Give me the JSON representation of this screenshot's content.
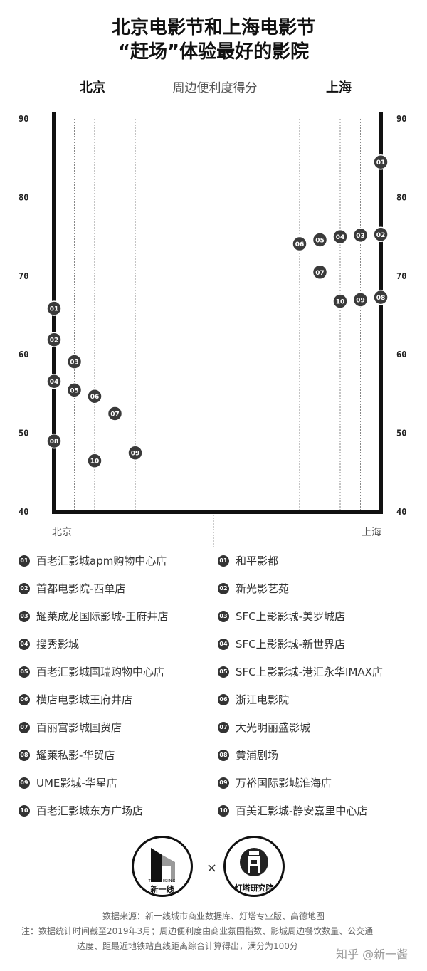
{
  "title_line1": "北京电影节和上海电影节",
  "title_line2": "“赶场”体验最好的影院",
  "header": {
    "left": "北京",
    "middle": "周边便利度得分",
    "right": "上海"
  },
  "chart_data": {
    "type": "scatter",
    "title": "北京电影节和上海电影节 “赶场”体验最好的影院",
    "ylabel": "周边便利度得分",
    "ylim": [
      40,
      90
    ],
    "yticks": [
      40,
      50,
      60,
      70,
      80,
      90
    ],
    "x_categories_left": [
      "01",
      "02",
      "03",
      "04",
      "05",
      "06",
      "07",
      "08",
      "09",
      "10"
    ],
    "series": [
      {
        "name": "北京",
        "points": [
          {
            "id": "01",
            "column": 0,
            "y": 65.9
          },
          {
            "id": "02",
            "column": 0,
            "y": 61.9
          },
          {
            "id": "04",
            "column": 0,
            "y": 56.6
          },
          {
            "id": "08",
            "column": 0,
            "y": 49.0
          },
          {
            "id": "03",
            "column": 1,
            "y": 59.1
          },
          {
            "id": "05",
            "column": 1,
            "y": 55.5
          },
          {
            "id": "10",
            "column": 2,
            "y": 46.5
          },
          {
            "id": "06",
            "column": 2,
            "y": 54.7
          },
          {
            "id": "07",
            "column": 3,
            "y": 52.5
          },
          {
            "id": "09",
            "column": 4,
            "y": 47.5
          }
        ]
      },
      {
        "name": "上海",
        "points": [
          {
            "id": "01",
            "column": 0,
            "y": 84.5
          },
          {
            "id": "02",
            "column": 0,
            "y": 75.3
          },
          {
            "id": "08",
            "column": 0,
            "y": 67.3
          },
          {
            "id": "03",
            "column": 1,
            "y": 75.2
          },
          {
            "id": "09",
            "column": 1,
            "y": 67.0
          },
          {
            "id": "04",
            "column": 2,
            "y": 75.0
          },
          {
            "id": "10",
            "column": 2,
            "y": 66.8
          },
          {
            "id": "05",
            "column": 3,
            "y": 74.6
          },
          {
            "id": "07",
            "column": 3,
            "y": 70.5
          },
          {
            "id": "06",
            "column": 4,
            "y": 74.1
          }
        ]
      }
    ],
    "city_labels": {
      "left": "北京",
      "right": "上海"
    }
  },
  "legend_beijing": [
    {
      "num": "01",
      "name": "百老汇影城apm购物中心店"
    },
    {
      "num": "02",
      "name": "首都电影院-西单店"
    },
    {
      "num": "03",
      "name": "耀莱成龙国际影城-王府井店"
    },
    {
      "num": "04",
      "name": "搜秀影城"
    },
    {
      "num": "05",
      "name": "百老汇影城国瑞购物中心店"
    },
    {
      "num": "06",
      "name": "横店电影城王府井店"
    },
    {
      "num": "07",
      "name": "百丽宫影城国贸店"
    },
    {
      "num": "08",
      "name": "耀莱私影-华贸店"
    },
    {
      "num": "09",
      "name": "UME影城-华星店"
    },
    {
      "num": "10",
      "name": "百老汇影城东方广场店"
    }
  ],
  "legend_shanghai": [
    {
      "num": "01",
      "name": "和平影都"
    },
    {
      "num": "02",
      "name": "新光影艺苑"
    },
    {
      "num": "03",
      "name": "SFC上影影城-美罗城店"
    },
    {
      "num": "04",
      "name": "SFC上影影城-新世界店"
    },
    {
      "num": "05",
      "name": "SFC上影影城-港汇永华IMAX店"
    },
    {
      "num": "06",
      "name": "浙江电影院"
    },
    {
      "num": "07",
      "name": "大光明丽盛影城"
    },
    {
      "num": "08",
      "name": "黄浦剧场"
    },
    {
      "num": "09",
      "name": "万裕国际影城淮海店"
    },
    {
      "num": "10",
      "name": "百美汇影城-静安嘉里中心店"
    }
  ],
  "logos": {
    "logo1_text": "新一线",
    "logo1_sub": "THE RISING",
    "times": "×",
    "logo2_text": "灯塔研究院"
  },
  "footer": {
    "source": "数据来源：新一线城市商业数据库、灯塔专业版、高德地图",
    "note_line1": "注：数据统计时间截至2019年3月；周边便利度由商业氛围指数、影城周边餐饮数量、公交通",
    "note_line2": "达度、距最近地铁站直线距离综合计算得出，满分为100分"
  },
  "watermark": "知乎 @新一酱"
}
